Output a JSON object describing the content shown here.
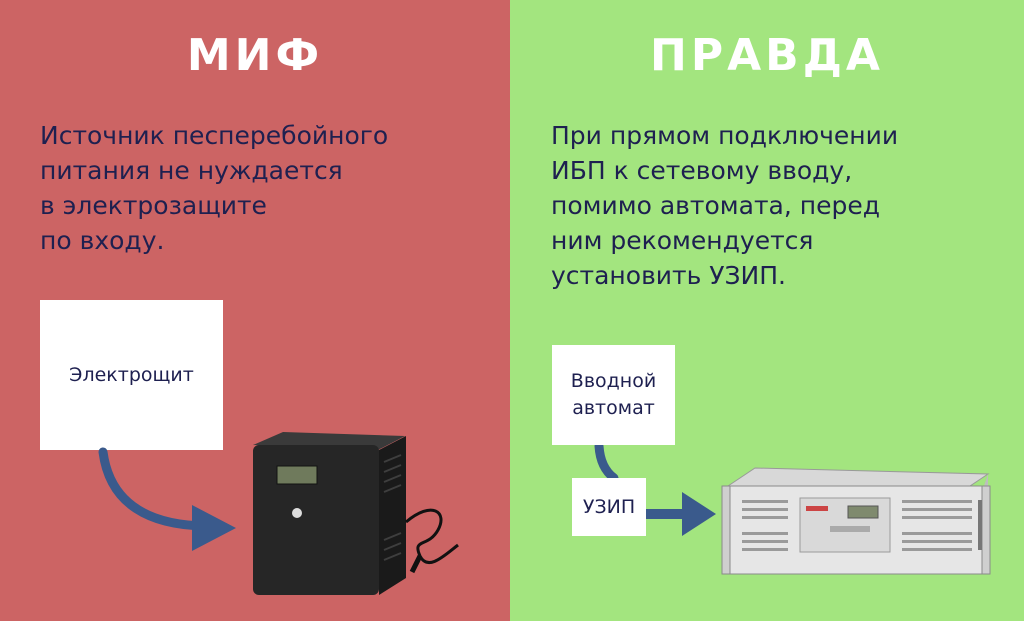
{
  "myth": {
    "title": "МИФ",
    "statement_lines": [
      "Источник песперебойного",
      "питания не нуждается",
      "в электрозащите",
      "по входу."
    ],
    "box_label": "Электрощит"
  },
  "truth": {
    "title": "ПРАВДА",
    "statement_lines": [
      "При прямом подключении",
      "ИБП к сетевому вводу,",
      "помимо автомата, перед",
      "ним рекомендуется",
      "установить УЗИП."
    ],
    "breaker_lines": [
      "Вводной",
      "автомат"
    ],
    "surge_label": "УЗИП"
  },
  "colors": {
    "myth_bg": "#cc6464",
    "truth_bg": "#a3e57f",
    "text": "#1e2050",
    "arrow": "#3a5a8c"
  }
}
